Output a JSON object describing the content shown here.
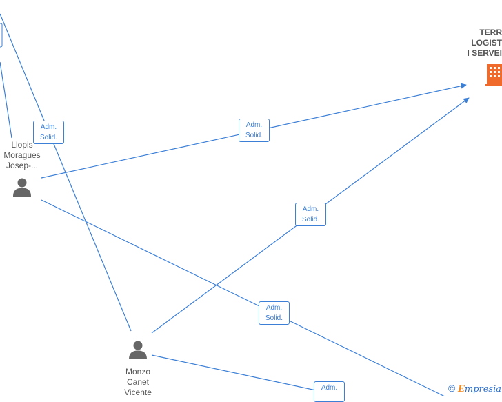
{
  "colors": {
    "edge": "#3b7fd6",
    "person_icon": "#666666",
    "company_icon": "#f06a2c",
    "text": "#555555"
  },
  "company": {
    "name_lines": [
      "TERR",
      "LOGIST",
      "I SERVEI"
    ],
    "icon": "building-icon"
  },
  "persons": [
    {
      "id": "llopis",
      "name_lines": [
        "Llopis",
        "Moragues",
        "Josep-..."
      ],
      "icon": "person-icon"
    },
    {
      "id": "monzo",
      "name_lines": [
        "Monzo",
        "Canet",
        "Vicente"
      ],
      "icon": "person-icon"
    }
  ],
  "edge_labels": [
    {
      "line1": "Adm.",
      "line2": "Solid."
    },
    {
      "line1": "Adm.",
      "line2": "Solid."
    },
    {
      "line1": "Adm.",
      "line2": "Solid."
    },
    {
      "line1": "Adm.",
      "line2": "Solid."
    },
    {
      "line1": "Adm.",
      "line2": ""
    }
  ],
  "watermark": {
    "copyright": "©",
    "brand_first": "E",
    "brand_rest": "mpresia"
  }
}
